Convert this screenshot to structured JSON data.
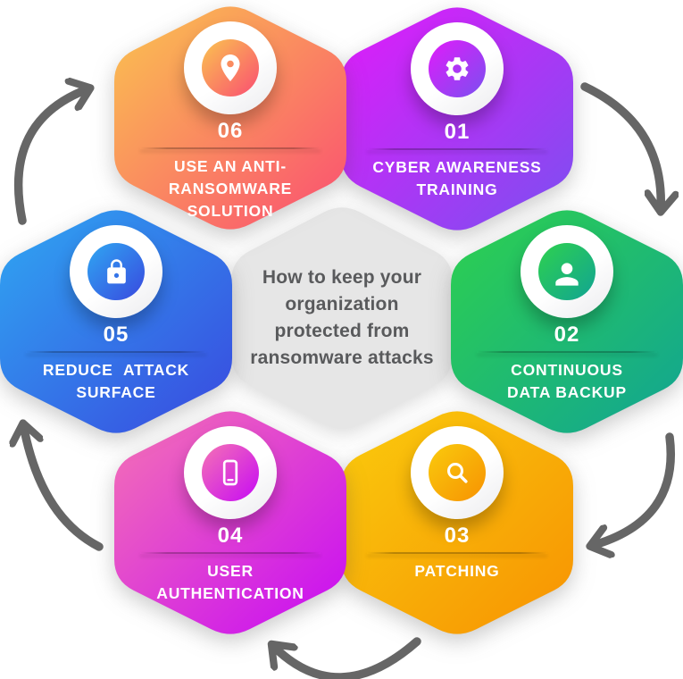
{
  "center": {
    "text": "How to keep your\norganization\nprotected from\nransomware attacks",
    "bg": "#e6e6e6",
    "text_color": "#595a5c"
  },
  "steps": [
    {
      "id": "01",
      "label": "CYBER AWARENESS\nTRAINING",
      "icon": "gear-icon",
      "g1": "#e11bfa",
      "g2": "#7a50f0"
    },
    {
      "id": "02",
      "label": "CONTINUOUS\nDATA BACKUP",
      "icon": "person-icon",
      "g1": "#2ed14e",
      "g2": "#11a493"
    },
    {
      "id": "03",
      "label": "PATCHING",
      "icon": "search-icon",
      "g1": "#facb0d",
      "g2": "#f79202"
    },
    {
      "id": "04",
      "label": "USER\nAUTHENTICATION",
      "icon": "smartphone-icon",
      "g1": "#f573b4",
      "g2": "#c70af5"
    },
    {
      "id": "05",
      "label": "REDUCE  ATTACK\nSURFACE",
      "icon": "lock-icon",
      "g1": "#2fa7f2",
      "g2": "#3948df"
    },
    {
      "id": "06",
      "label": "USE AN ANTI-\nRANSOMWARE\nSOLUTION",
      "icon": "location-pin-icon",
      "g1": "#fac44f",
      "g2": "#fa4d72"
    }
  ],
  "arrow_color": "#666666",
  "icon_color": "#ffffff"
}
